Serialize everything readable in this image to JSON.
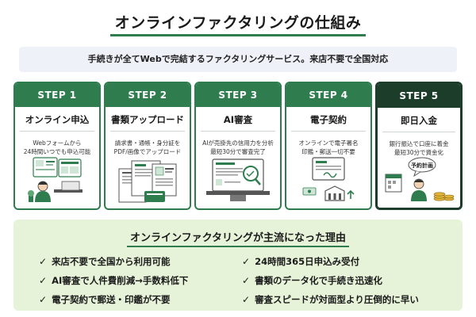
{
  "title": "オンラインファクタリングの仕組み",
  "banner": "手続きが全てWebで完結するファクタリングサービス。来店不要で全国対応",
  "steps": [
    {
      "label": "STEP 1",
      "title": "オンライン申込",
      "desc": "Webフォームから\n24時間いつでも申込可能",
      "icon": "online-application-illustration"
    },
    {
      "label": "STEP 2",
      "title": "書類アップロード",
      "desc": "請求書・通帳・身分証を\nPDF/画像でアップロード",
      "icon": "document-upload-illustration"
    },
    {
      "label": "STEP 3",
      "title": "AI審査",
      "desc": "AIが売掛先の信用力を分析\n最短30分で審査完了",
      "icon": "ai-review-illustration"
    },
    {
      "label": "STEP 4",
      "title": "電子契約",
      "desc": "オンラインで電子署名\n印鑑・郵送一切不要",
      "icon": "e-contract-illustration"
    },
    {
      "label": "STEP 5",
      "title": "即日入金",
      "desc": "銀行振込で口座に着金\n最短30分で資金化",
      "icon": "same-day-payment-illustration"
    }
  ],
  "illust_text": {
    "step5_bubble": "予約計画"
  },
  "reasons": {
    "title": "オンラインファクタリングが主流になった理由",
    "check": "✓",
    "items": [
      "来店不要で全国から利用可能",
      "24時間365日申込み受付",
      "AI審査で人件費削減→手数料低下",
      "書類のデータ化で手続き迅速化",
      "電子契約で郵送・印鑑が不要",
      "審査スピードが対面型より圧倒的に早い"
    ]
  },
  "colors": {
    "accent": "#2f7d4f",
    "accent_dark": "#1d3d2b",
    "banner_bg": "#eef1f7",
    "reasons_bg": "#e6f3d8"
  }
}
